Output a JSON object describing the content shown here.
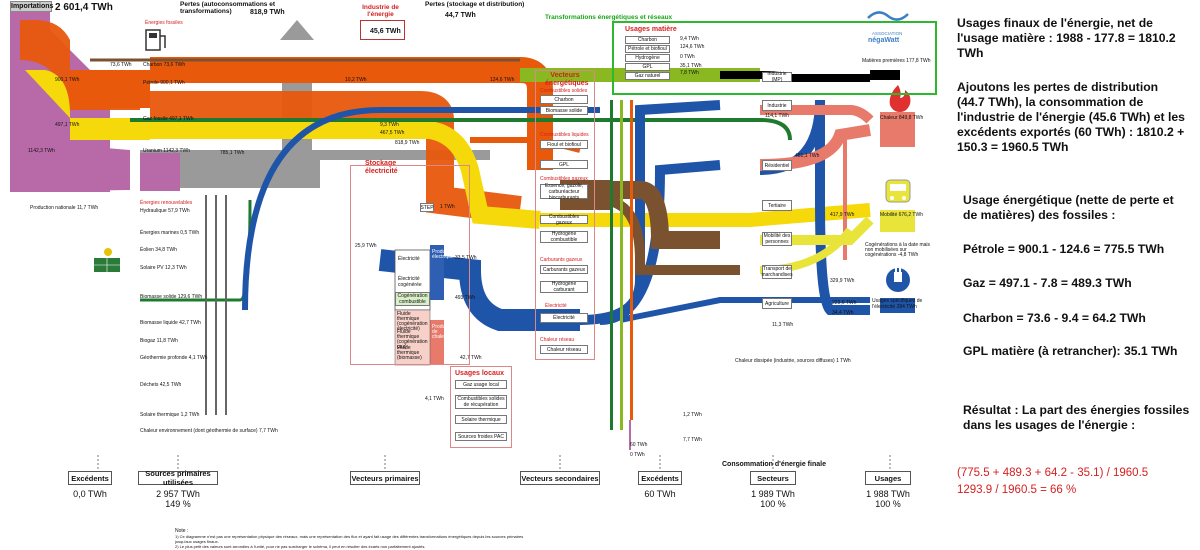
{
  "header": {
    "importations_label": "Importations",
    "importations_value": "2 601,4 TWh",
    "pertes_auto_label": "Pertes (autoconsommations et transformations)",
    "pertes_auto_value": "818,9 TWh",
    "industrie_energie_label": "Industrie de l'énergie",
    "industrie_energie_value": "45,6 TWh",
    "pertes_stockage_label": "Pertes (stockage et distribution)",
    "pertes_stockage_value": "44,7 TWh",
    "transformations_label": "Transformations énergétiques et réseaux",
    "logo_line1": "ASSOCIATION",
    "logo_line2": "négaWatt"
  },
  "usages_matiere": {
    "title": "Usages matière",
    "items": [
      "Charbon",
      "Pétrole et biofioul",
      "Hydrogène",
      "GPL",
      "Gaz naturel"
    ],
    "values": [
      "9,4 TWh",
      "124,6 TWh",
      "0 TWh",
      "35,1 TWh",
      "7,8 TWh"
    ],
    "industrie_mp": "Industrie (MP)",
    "matieres_premieres": "Matières premières 177,8 TWh"
  },
  "sources": {
    "energies_fossiles": "Énergies fossiles",
    "charbon": "Charbon 73,6 TWh",
    "petrole": "Pétrole 900,1 TWh",
    "gaz": "Gaz fossile 497,1 TWh",
    "uranium": "Uranium 1142,3 TWh",
    "production_nationale": "Production nationale 11,7 TWh",
    "renouvelables": "Énergies renouvelables",
    "hydraulique": "Hydraulique 57,9 TWh",
    "marines": "Énergies marines 0,5 TWh",
    "eolien": "Éolien 34,8 TWh",
    "solaire_pv": "Solaire PV 12,3 TWh",
    "biomasse_solide": "Biomasse solide 129,6 TWh",
    "biomasse_liquide": "Biomasse liquide 42,7 TWh",
    "biogaz": "Biogaz 11,8 TWh",
    "geothermie": "Géothermie profonde 4,1 TWh",
    "dechets": "Déchets 42,5 TWh",
    "solaire_thermique": "Solaire thermique 1,2 TWh",
    "chaleur_env": "Chaleur environnement (dont géothermie de surface) 7,7 TWh"
  },
  "vecteurs": {
    "title": "Vecteurs énergétiques",
    "combustibles_solides": "Combustibles solides",
    "charbon": "Charbon",
    "biomasse_solide": "Biomasse solide",
    "combustibles_liquides": "Combustibles liquides",
    "fioul": "Fioul et biofioul",
    "gpl": "GPL",
    "combustibles_gazeux_head": "Combustibles gazeux",
    "essence": "Essence, gazole, carburéacteur biocarburants",
    "combustibles_gazeux": "Combustibles gazeux",
    "hydrogene_comb": "Hydrogène combustible",
    "carburants_gazeux_head": "Carburants gazeux",
    "carburants_gazeux": "Carburants gazeux",
    "hydrogene_carb": "Hydrogène carburant",
    "electricite_head": "Électricité",
    "electricite": "Électricité",
    "chaleur_head": "Chaleur réseau",
    "chaleur_reseau": "Chaleur réseau"
  },
  "stockage": {
    "title": "Stockage électricité",
    "step": "STEP",
    "electricite": "Électricité",
    "elec_cogen": "Électricité cogénérée",
    "cogen_comb": "Cogénération combustible",
    "fluide1": "Fluide thermique (cogénération électricité)",
    "fluide2": "Fluide thermique (cogénération gaz)",
    "fluide3": "Fluide thermique (biomasse)",
    "production_elec": "Production électrique",
    "production_chaleur": "Production de chaleur"
  },
  "usages_locaux": {
    "title": "Usages locaux",
    "items": [
      "Gaz usage local",
      "Combustibles solides de récupération",
      "Solaire thermique",
      "Sources froides PAC"
    ]
  },
  "secteurs": [
    "Industrie",
    "Résidentiel",
    "Tertiaire",
    "Mobilité des personnes",
    "Transport de marchandises",
    "Agriculture"
  ],
  "usages": {
    "chaleur": "Chaleur 849,8 TWh",
    "mobilite": "Mobilité 676,2 TWh",
    "specifiques": "Usages spécifiques de l'électricité 284 TWh",
    "cogen_note": "Cogénérations à la date mais non mobilisées sur cogénérations -4,8 TWh",
    "chaleur_dissipee": "Chaleur dissipée (industrie, sources diffuses) 1 TWh"
  },
  "flow_values": [
    "73,6 TWh",
    "900,1 TWh",
    "497,1 TWh",
    "1142,3 TWh",
    "785,1 TWh",
    "10,2 TWh",
    "9,3 TWh",
    "124,6 TWh",
    "467,5 TWh",
    "818,9 TWh",
    "25,9 TWh",
    "493 TWh",
    "33,5 TWh",
    "42,7 TWh",
    "4,1 TWh",
    "1,2 TWh",
    "7,7 TWh",
    "60 TWh",
    "0 TWh",
    "114,1 TWh",
    "481,1 TWh",
    "417,9 TWh",
    "329,9 TWh",
    "223,6 TWh",
    "11,3 TWh",
    "34,4 TWh",
    "1 TWh"
  ],
  "bottom": {
    "labels": [
      "Excédents",
      "Sources primaires utilisées",
      "Vecteurs primaires",
      "Vecteurs secondaires",
      "Excédents",
      "Consommation d'énergie finale",
      "Secteurs",
      "Usages"
    ],
    "excedents1": "0,0 TWh",
    "sources_val": "2 957 TWh",
    "sources_pct": "149 %",
    "excedents2": "60 TWh",
    "secteurs_val": "1 989 TWh",
    "secteurs_pct": "100 %",
    "usages_val": "1 988 TWh",
    "usages_pct": "100 %"
  },
  "notes": {
    "title": "Note :",
    "line1": "1) Ce diagramme n'est pas une représentation physique des réseaux, mais une représentation des flux et ayant fait usage des différentes transformations énergétiques depuis les sources primaires jusqu'aux usages finaux.",
    "line2": "2) Le plus petit des valeurs sont arrondies à l'unité, pour ne pas surcharger le schéma, il peut en résulter des écarts non parfaitement ajustés."
  },
  "annotation": {
    "p1": "Usages finaux de l'énergie, net de l'usage matière : 1988 - 177.8 = 1810.2 TWh",
    "p2": "Ajoutons les pertes de distribution (44.7 TWh), la consommation de l'industrie de l'énergie (45.6 TWh) et les excédents exportés (60 TWh) : 1810.2 + 150.3 = 1960.5 TWh",
    "p3": "Usage énergétique (nette de perte et de matières) des fossiles :",
    "p4": "Pétrole = 900.1 - 124.6 = 775.5 TWh",
    "p5": "Gaz = 497.1 - 7.8 = 489.3 TWh",
    "p6": "Charbon = 73.6 - 9.4 = 64.2 TWh",
    "p7": "GPL matière (à retrancher): 35.1 TWh",
    "p8": "Résultat : La part des énergies fossiles dans les usages de l'énergie :",
    "p9": "(775.5 + 489.3 + 64.2 - 35.1) / 1960.5",
    "p10": "1293.9 / 1960.5 = 66 %"
  },
  "colors": {
    "charbon": "#7a5230",
    "petrole": "#e8590c",
    "gaz": "#f5d90a",
    "uranium": "#b86aa8",
    "electricite": "#1f55a8",
    "chaleur": "#e87a6c",
    "biomasse": "#1e7a2e",
    "highlight": "#2eb82e"
  }
}
